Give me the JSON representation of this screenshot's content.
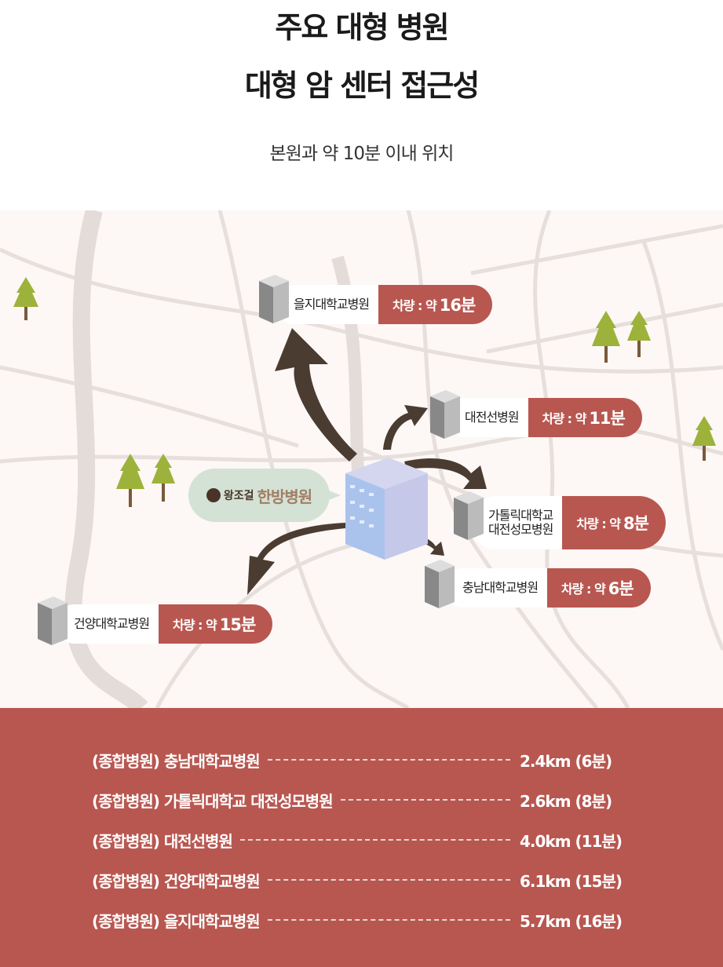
{
  "header": {
    "title_line1": "주요 대형 병원",
    "title_line2": "대형 암 센터 접근성",
    "subtitle": "본원과 약 10분 이내 위치"
  },
  "origin": {
    "logo_text": "왕조걸",
    "name": "한방병원"
  },
  "map_labels": [
    {
      "name": "을지대학교병원",
      "prefix": "차량 : 약",
      "time": "16분"
    },
    {
      "name": "대전선병원",
      "prefix": "차량 : 약",
      "time": "11분"
    },
    {
      "name": "가톨릭대학교\n대전성모병원",
      "prefix": "차량 : 약",
      "time": "8분"
    },
    {
      "name": "충남대학교병원",
      "prefix": "차량 : 약",
      "time": "6분"
    },
    {
      "name": "건양대학교병원",
      "prefix": "차량 : 약",
      "time": "15분"
    }
  ],
  "distance_list": [
    {
      "label": "(종합병원) 충남대학교병원",
      "value": "2.4km (6분)"
    },
    {
      "label": "(종합병원) 가톨릭대학교 대전성모병원",
      "value": "2.6km (8분)"
    },
    {
      "label": "(종합병원) 대전선병원",
      "value": "4.0km (11분)"
    },
    {
      "label": "(종합병원) 건양대학교병원",
      "value": "6.1km (15분)"
    },
    {
      "label": "(종합병원) 을지대학교병원",
      "value": "5.7km (16분)"
    }
  ],
  "colors": {
    "accent": "#b85750",
    "arrow": "#4a3c31",
    "bubble": "#d3e2d5"
  }
}
